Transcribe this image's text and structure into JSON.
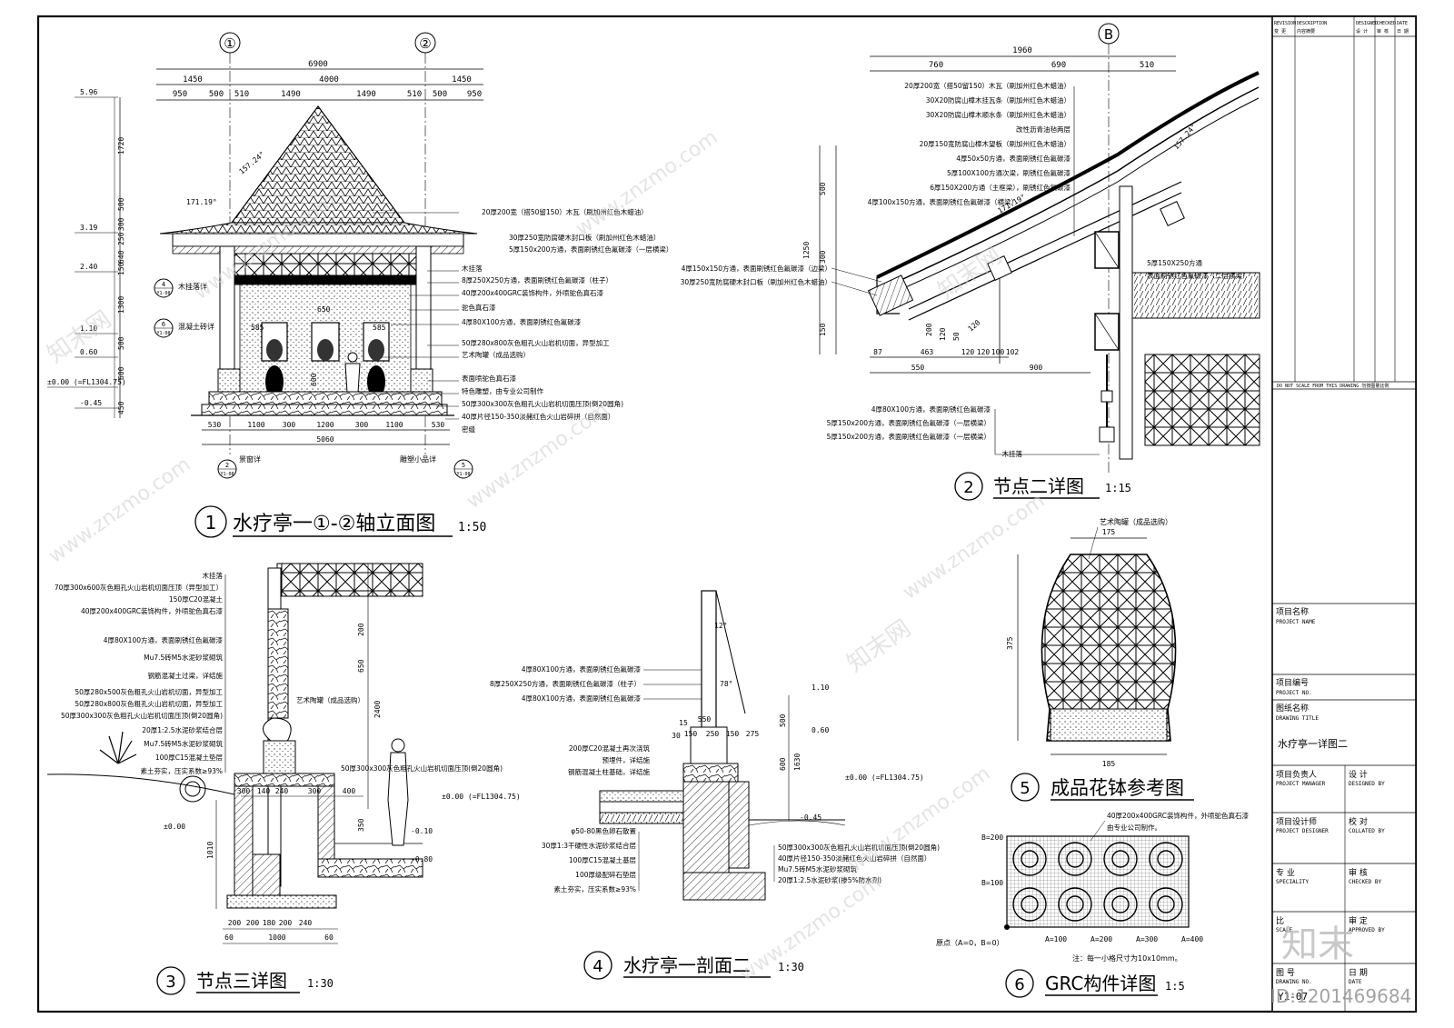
{
  "titles": {
    "t1": {
      "num": "1",
      "text": "水疗亭一①-②轴立面图",
      "scale": "1:50"
    },
    "t2": {
      "num": "2",
      "text": "节点二详图",
      "scale": "1:15"
    },
    "t3": {
      "num": "3",
      "text": "节点三详图",
      "scale": "1:30"
    },
    "t4": {
      "num": "4",
      "text": "水疗亭一剖面二",
      "scale": "1:30"
    },
    "t5": {
      "num": "5",
      "text": "成品花钵参考图"
    },
    "t6": {
      "num": "6",
      "text": "GRC构件详图",
      "scale": "1:5"
    }
  },
  "elevation": {
    "axes": [
      "①",
      "②"
    ],
    "dims_top": [
      "6900",
      "1450",
      "4000",
      "1450",
      "950",
      "500",
      "510",
      "1490",
      "1490",
      "510",
      "500",
      "950"
    ],
    "levels": [
      "5.96",
      "3.19",
      "2.40",
      "1.10",
      "0.60",
      "±0.00 (=FL1304.75)",
      "-0.45"
    ],
    "dims_left": [
      "1720",
      "500",
      "300",
      "250",
      "640",
      "150",
      "1300",
      "500",
      "600",
      "450"
    ],
    "dims_bottom": [
      "530",
      "1100",
      "300",
      "1200",
      "300",
      "1100",
      "530",
      "5060"
    ],
    "angles": [
      "157.24°",
      "171.19°"
    ],
    "inner_dims": [
      "585",
      "650",
      "585",
      "600"
    ],
    "refs": [
      {
        "top": "2",
        "bot": "Y1-08",
        "label": "景窗详"
      },
      {
        "top": "5",
        "bot": "Y1-08",
        "label": "雕塑小品详"
      },
      {
        "top": "4",
        "bot": "Y1-08",
        "label": "木挂落详"
      },
      {
        "top": "6",
        "bot": "Y1-08",
        "label": "混凝土砖详"
      }
    ],
    "notes": [
      "20厚200宽（搭50留150）木瓦（刷加州红色木蜡油）",
      "30厚250宽防腐硬木封口板（刷加州红色木蜡油）",
      "5厚150x200方通，表面刷锈红色氟碳漆（一层横梁）",
      "木挂落",
      "8厚250X250方通，表面刷锈红色氟碳漆（柱子）",
      "40厚200x400GRC装饰构件，外喷驼色真石漆",
      "驼色真石漆",
      "4厚80X100方通，表面刷锈红色氟碳漆",
      "50厚280x800灰色粗孔火山岩机切面，异型加工",
      "艺术陶罐（成品选购）",
      "表面喷驼色真石漆",
      "特色雕塑，由专业公司制作",
      "50厚300x300灰色粗孔火山岩机切面压顶(倒20圆角)",
      "40厚片径150-350淡赭红色火山岩碎拼（自然面）",
      "密缝"
    ]
  },
  "detail2": {
    "axis": "B",
    "dims_top": [
      "1960",
      "760",
      "690",
      "510"
    ],
    "dims_left": [
      "500",
      "1250",
      "300",
      "150"
    ],
    "dims_bottom": [
      "87",
      "463",
      "120",
      "120",
      "100",
      "102",
      "550",
      "900"
    ],
    "dims_misc": [
      "200",
      "120",
      "50",
      "120"
    ],
    "angles": [
      "157.24°",
      "171.19°"
    ],
    "notes_top": [
      "20厚200宽（搭50留150）木瓦（刷加州红色木蜡油）",
      "30X20防腐山樟木挂瓦条（刷加州红色木蜡油）",
      "30X20防腐山樟木顺水条（刷加州红色木蜡油）",
      "改性沥青油毡两层",
      "20厚150宽防腐山樟木望板（刷加州红色木蜡油）",
      "4厚50x50方通，表面刷锈红色氟碳漆",
      "5厚100X100方通次梁，刷锈红色氟碳漆",
      "6厚150X200方通（主框梁），刷锈红色氟碳漆",
      "4厚100x150方通，表面刷锈红色氟碳漆（横梁）"
    ],
    "notes_left": [
      "4厚150x150方通，表面刷锈红色氟碳漆（边梁）",
      "30厚250宽防腐硬木封口板（刷加州红色木蜡油）"
    ],
    "notes_right": [
      "5厚150X250方通",
      "表面刷锈红色氟碳漆（二层横梁）"
    ],
    "notes_bottom": [
      "4厚80X100方通，表面刷锈红色氟碳漆",
      "5厚150x200方通，表面刷锈红色氟碳漆（一层横梁）",
      "5厚150x200方通，表面刷锈红色氟碳漆（一层横梁）",
      "木挂落"
    ]
  },
  "detail3": {
    "notes": [
      "木挂落",
      "70厚300x600灰色粗孔火山岩机切面压顶（异型加工）",
      "150厚C20混凝土",
      "40厚200x400GRC装饰构件，外喷驼色真石漆",
      "4厚80X100方通，表面刷锈红色氟碳漆",
      "Mu7.5砖M5水泥砂浆砌筑",
      "钢筋混凝土过梁，详结施",
      "50厚280x500灰色粗孔火山岩机切面，异型加工",
      "50厚280x800灰色粗孔火山岩机切面，异型加工",
      "50厚300x300灰色粗孔火山岩机切面压顶(倒20圆角)",
      "20厚1:2.5水泥砂浆结合层",
      "Mu7.5砖M5水泥砂浆砌筑",
      "100厚C15混凝土垫层",
      "素土夯实，压实系数≥93%",
      "艺术陶罐（成品选购）",
      "50厚300x300灰色粗孔火山岩机切面压顶(倒20圆角)"
    ],
    "dims_right": [
      "200",
      "650",
      "2400"
    ],
    "dims_bottom": [
      "300",
      "140",
      "240",
      "300",
      "400",
      "200",
      "200",
      "180",
      "200",
      "240",
      "60",
      "60",
      "1000"
    ],
    "dims_left": [
      "1010"
    ],
    "levels": [
      "±0.00 (=FL1304.75)",
      "±0.00",
      "-0.10",
      "-0.80"
    ],
    "misc_dims": [
      "350"
    ]
  },
  "section4": {
    "angles": [
      "12°",
      "78°"
    ],
    "levels": [
      "1.10",
      "0.60",
      "±0.00 (=FL1304.75)",
      "-0.45"
    ],
    "dims_top": [
      "550",
      "150",
      "250",
      "150",
      "275",
      "15",
      "30"
    ],
    "dims_right": [
      "500",
      "600",
      "1630"
    ],
    "notes_left": [
      "4厚80X100方通，表面刷锈红色氟碳漆",
      "8厚250X250方通，表面刷锈红色氟碳漆（柱子）",
      "4厚80X100方通，表面刷锈红色氟碳漆",
      "200厚C20混凝土再次浇筑",
      "预埋件，详结施",
      "钢筋混凝土柱基础，详结施",
      "φ50-80黑色卵石散置",
      "30厚1:3干硬性水泥砂浆结合层",
      "100厚C15混凝土基层",
      "100厚级配碎石垫层",
      "素土夯实，压实系数≥93%"
    ],
    "notes_right": [
      "50厚300x300灰色粗孔火山岩机切面压顶(倒20圆角)",
      "40厚片径150-350淡赭红色火山岩碎拼（自然面）",
      "Mu7.5砖M5水泥砂浆砌筑",
      "20厚1:2.5水泥砂浆(掺5%防水剂)"
    ]
  },
  "pot": {
    "note": "艺术陶罐（成品选购）",
    "dims": [
      "175",
      "375",
      "185"
    ]
  },
  "grc": {
    "note1": "40厚200x400GRC装饰构件，外喷驼色真石漆",
    "note2": "由专业公司制作。",
    "y_labels": [
      "B=200",
      "B=100"
    ],
    "x_labels": [
      "A=100",
      "A=200",
      "A=300",
      "A=400"
    ],
    "origin": "原点（A=0，B=0）",
    "footnote": "注：每一小格尺寸为10x10mm。"
  },
  "title_block": {
    "rev": {
      "c1": "REVISION",
      "c1b": "变 更",
      "c2": "DESCRIPTION",
      "c2b": "内容摘要",
      "c3": "DESIGNED",
      "c3b": "设 计",
      "c4": "CHECKED",
      "c4b": "审 核",
      "c5": "DATE",
      "c5b": "日 期"
    },
    "warn": "DO NOT SCALE FROM THIS DRAWING  勿按图量比例",
    "project_name_cn": "项目名称",
    "project_name_en": "PROJECT NAME",
    "project_no_cn": "项目编号",
    "project_no_en": "PROJECT NO.",
    "drawing_title_cn": "图纸名称",
    "drawing_title_en": "DRAWING TITLE",
    "drawing_title_value": "水疗亭一详图二",
    "pm_cn": "项目负责人",
    "pm_en": "PROJECT MANAGER",
    "design_cn": "设  计",
    "design_en": "DESIGNED BY",
    "pd_cn": "项目设计师",
    "pd_en": "PROJECT DESIGNER",
    "collate_cn": "校  对",
    "collate_en": "COLLATED BY",
    "spec_cn": "专  业",
    "spec_en": "SPECIALITY",
    "check_cn": "审  核",
    "check_en": "CHECKED BY",
    "scale_cn": "比",
    "scale_en": "SCALE",
    "approve_cn": "审 定",
    "approve_en": "APPROVED BY",
    "dwgno_cn": "图  号",
    "dwgno_en": "DRAWING NO.",
    "dwgno_value": "Y1-07",
    "date_cn": "日  期",
    "date_en": "DATE"
  },
  "watermark": {
    "site": "www.znzmo.com",
    "brand": "知末",
    "brand2": "知末网",
    "id": "ID:1201469684"
  }
}
